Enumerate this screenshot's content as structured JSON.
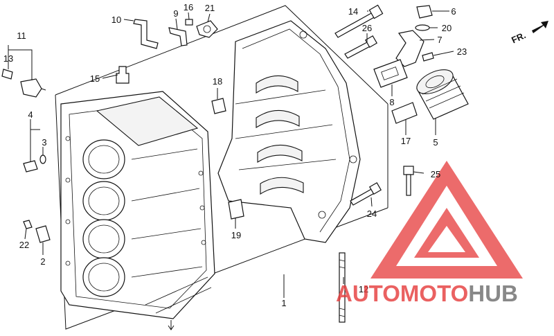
{
  "diagram": {
    "direction_label": "FR.",
    "callouts": [
      {
        "id": "c1",
        "text": "1"
      },
      {
        "id": "c2",
        "text": "2"
      },
      {
        "id": "c3",
        "text": "3"
      },
      {
        "id": "c4",
        "text": "4"
      },
      {
        "id": "c5",
        "text": "5"
      },
      {
        "id": "c6",
        "text": "6"
      },
      {
        "id": "c7",
        "text": "7"
      },
      {
        "id": "c8",
        "text": "8"
      },
      {
        "id": "c9",
        "text": "9"
      },
      {
        "id": "c10",
        "text": "10"
      },
      {
        "id": "c11",
        "text": "11"
      },
      {
        "id": "c12",
        "text": "12"
      },
      {
        "id": "c13",
        "text": "13"
      },
      {
        "id": "c14",
        "text": "14"
      },
      {
        "id": "c15",
        "text": "15"
      },
      {
        "id": "c16",
        "text": "16"
      },
      {
        "id": "c17",
        "text": "17"
      },
      {
        "id": "c18",
        "text": "18"
      },
      {
        "id": "c19",
        "text": "19"
      },
      {
        "id": "c20",
        "text": "20"
      },
      {
        "id": "c21",
        "text": "21"
      },
      {
        "id": "c22",
        "text": "22"
      },
      {
        "id": "c23",
        "text": "23"
      },
      {
        "id": "c24",
        "text": "24"
      },
      {
        "id": "c25",
        "text": "25"
      },
      {
        "id": "c26",
        "text": "26"
      }
    ]
  },
  "watermark": {
    "part_auto": "AUTO",
    "part_moto": "MOTO",
    "part_hub": "HUB",
    "colors": {
      "red": "#e63a3a",
      "gray": "#6b6b6b"
    }
  }
}
